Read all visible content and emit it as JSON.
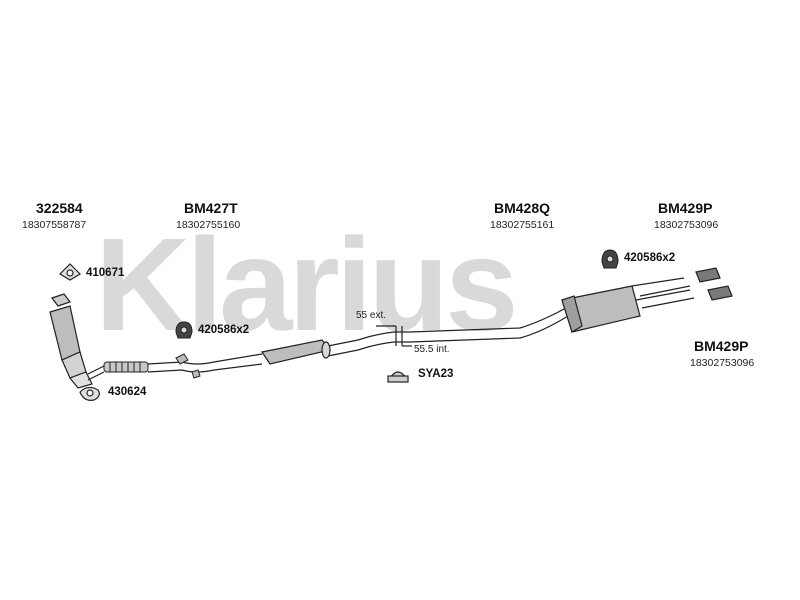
{
  "watermark": "Klarius",
  "parts": {
    "catalyst": {
      "code": "322584",
      "number": "18307558787"
    },
    "front_pipe": {
      "code": "BM427T",
      "number": "18302755160"
    },
    "center_silencer": {
      "code": "BM428Q",
      "number": "18302755161"
    },
    "rear_silencer": {
      "code": "BM429P",
      "number": "18302753096"
    },
    "rear_silencer_alt": {
      "code": "BM429P",
      "number": "18302753096"
    }
  },
  "fittings": {
    "gasket_top": "410671",
    "mount_front": "420586x2",
    "gasket_bottom": "430624",
    "clamp": "SYA23",
    "mount_rear": "420586x2"
  },
  "dimensions": {
    "ext": "55 ext.",
    "int": "55.5 int."
  }
}
